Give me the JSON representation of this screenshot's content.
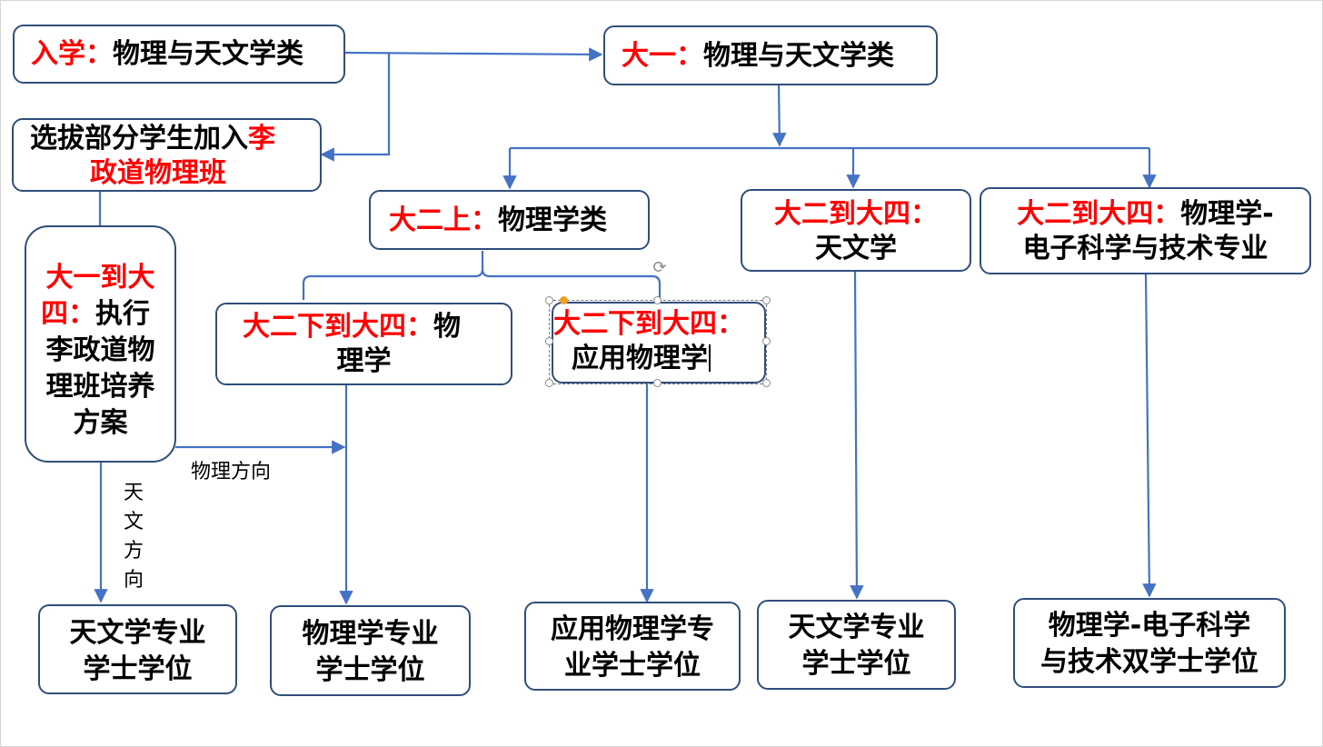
{
  "colors": {
    "highlight": "#ff0000",
    "border": "#2f4e7c",
    "connector": "#4472c4",
    "text": "#000000"
  },
  "nodes": {
    "enroll": {
      "red": "入学：",
      "black": "物理与天文学类"
    },
    "year1": {
      "red": "大一：",
      "black": "物理与天文学类"
    },
    "select": {
      "black": "选拔部分学生加入",
      "red_line1": "李",
      "red_line2": "政道物理班"
    },
    "year1to4": {
      "red_line1": "大一到大",
      "red_line2": "四：",
      "black_line2": "执行",
      "black_line3": "李政道物",
      "black_line4": "理班培养",
      "black_line5": "方案"
    },
    "year2first": {
      "red": "大二上：",
      "black": "物理学类"
    },
    "astro": {
      "red": "大二到大四：",
      "black": "天文学"
    },
    "elec": {
      "red": "大二到大四：",
      "black_line1": "物理学-",
      "black_line2": "电子科学与技术专业"
    },
    "physics": {
      "red": "大二下到大四：",
      "black_line1": "物",
      "black_line2": "理学"
    },
    "applied": {
      "red": "大二下到大四：",
      "black": "应用物理学"
    },
    "deg_astro_left": {
      "line1": "天文学专业",
      "line2": "学士学位"
    },
    "deg_physics": {
      "line1": "物理学专业",
      "line2": "学士学位"
    },
    "deg_applied": {
      "line1": "应用物理学专",
      "line2": "业学士学位"
    },
    "deg_astro_right": {
      "line1": "天文学专业",
      "line2": "学士学位"
    },
    "deg_double": {
      "line1": "物理学-电子科学",
      "line2": "与技术双学士学位"
    }
  },
  "labels": {
    "physics_direction": "物理方向",
    "astro_direction": [
      "天",
      "文",
      "方",
      "向"
    ]
  }
}
